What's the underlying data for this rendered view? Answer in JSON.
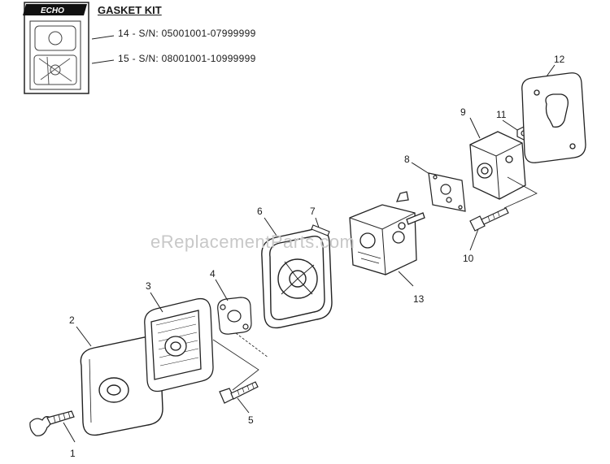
{
  "brand": "ECHO",
  "kit": {
    "title": "GASKET KIT",
    "lines": [
      "14 - S/N: 05001001-07999999",
      "15 - S/N: 08001001-10999999"
    ]
  },
  "watermark": "eReplacementParts.com",
  "callouts": [
    "1",
    "2",
    "3",
    "4",
    "5",
    "6",
    "7",
    "8",
    "9",
    "10",
    "11",
    "12",
    "13"
  ]
}
